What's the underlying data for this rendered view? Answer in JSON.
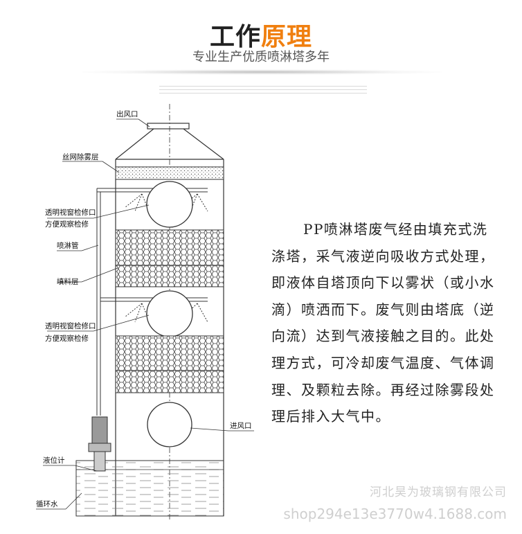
{
  "header": {
    "title_part1": "工作",
    "title_part2": "原理",
    "subtitle": "专业生产优质喷淋塔多年"
  },
  "diagram": {
    "labels": {
      "outlet": "出风口",
      "mist_layer": "丝网除雾层",
      "window1_line1": "透明视窗检修口",
      "window1_line2": "方便观察检修",
      "spray_pipe": "喷淋管",
      "packing": "填料层",
      "window2_line1": "透明视窗检修口",
      "window2_line2": "方便观察检修",
      "inlet": "进风口",
      "level_gauge": "液位计",
      "circulating_water": "循环水"
    }
  },
  "description": "PP喷淋塔废气经由填充式洗涤塔，采气液逆向吸收方式处理，即液体自塔顶向下以雾状（或小水滴）喷洒而下。废气则由塔底（逆向流）达到气液接触之目的。此处理方式，可冷却废气温度、气体调理、及颗粒去除。再经过除雾段处理后排入大气中。",
  "watermark": {
    "company": "河北昊为玻璃钢有限公司",
    "shop": "shop294e13e3770w4.1688.com"
  },
  "colors": {
    "accent": "#f07f0f",
    "text": "#222222",
    "line": "#333333",
    "watermark": "#cfcfcf"
  }
}
